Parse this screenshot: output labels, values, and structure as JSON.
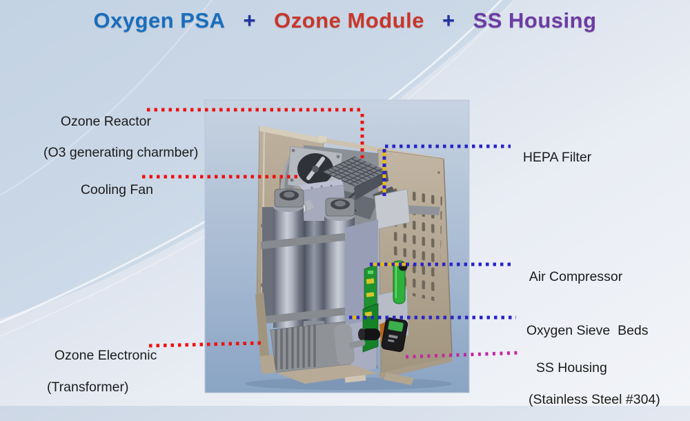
{
  "title": {
    "segments": [
      {
        "text": "Oxygen PSA",
        "color": "#1a6ebc"
      },
      {
        "text": "+",
        "color": "#22359e"
      },
      {
        "text": "Ozone Module",
        "color": "#c9372a"
      },
      {
        "text": "+",
        "color": "#22359e"
      },
      {
        "text": "SS Housing",
        "color": "#6d3ca3"
      }
    ]
  },
  "callouts": {
    "ozone_reactor": {
      "label": "Ozone Reactor",
      "sublabel": "(O3 generating charmber)",
      "line_color": "#ee1111"
    },
    "cooling_fan": {
      "label": "Cooling Fan",
      "line_color": "#ee1111"
    },
    "hepa_filter": {
      "label": "HEPA Filter",
      "line_color": "#2823c8"
    },
    "air_compressor": {
      "label": "Air Compressor",
      "line_color": "#2823c8"
    },
    "oxygen_sieve_beds": {
      "label": "Oxygen Sieve  Beds",
      "line_color": "#2823c8"
    },
    "ss_housing": {
      "label": "SS Housing",
      "sublabel": "(Stainless Steel #304)",
      "line_color": "#c2299e"
    },
    "ozone_electronic": {
      "label": "Ozone Electronic",
      "sublabel": "(Transformer)",
      "line_color": "#ee1111"
    }
  },
  "colors": {
    "accent_yellow": "#e7bb12",
    "panel_top": "#c7d3e1",
    "panel_bottom": "#8aa4c4"
  }
}
